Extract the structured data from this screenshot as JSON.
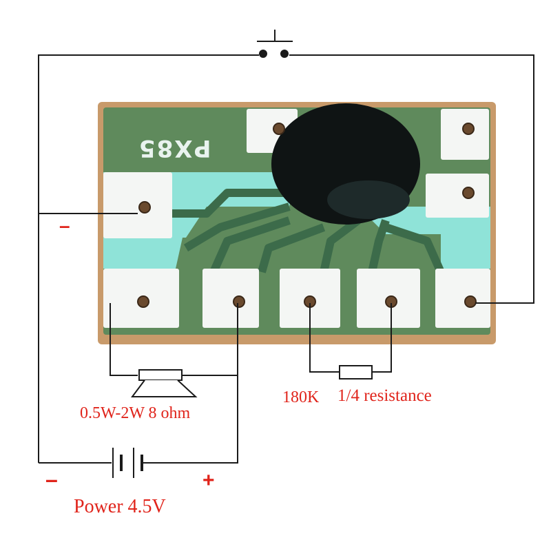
{
  "board": {
    "silkscreen": "PX85",
    "colors": {
      "substrate": "#c89a6a",
      "solder_mask": "#5f8a5c",
      "copper_traces": "#3c6b4a",
      "pads": "#f4f6f4",
      "exposed_copper": "#8fe3d8",
      "chip_blob": "#0f1414"
    }
  },
  "labels": {
    "negative_lead": "–",
    "speaker": "0.5W-2W 8 ohm",
    "resistor_value": "180K",
    "resistor_type": "1/4 resistance",
    "battery_negative": "–",
    "battery_positive": "+",
    "power": "Power 4.5V"
  },
  "wire_color": "#1a1a1a",
  "label_color": "#e0241b",
  "icons": [
    "push-switch-icon",
    "speaker-icon",
    "resistor-icon",
    "battery-icon"
  ]
}
